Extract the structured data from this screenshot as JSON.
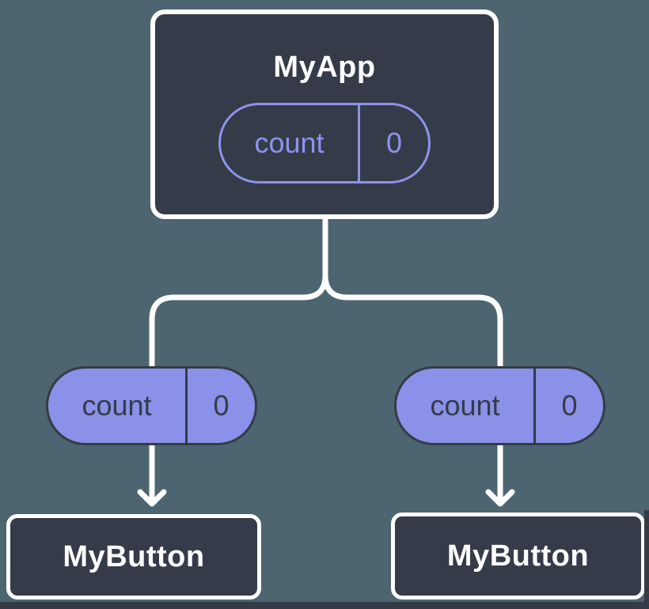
{
  "diagram": {
    "description": "component-tree-with-props",
    "root": {
      "title": "MyApp",
      "prop": {
        "name": "count",
        "value": "0"
      }
    },
    "children": [
      {
        "title": "MyButton",
        "prop": {
          "name": "count",
          "value": "0"
        }
      },
      {
        "title": "MyButton",
        "prop": {
          "name": "count",
          "value": "0"
        }
      }
    ]
  },
  "palette": {
    "background": "#4C6570",
    "node_fill": "#353B48",
    "node_border": "#FFFFFF",
    "node_text": "#FFFFFF",
    "connector": "#FFFFFF",
    "prop_pill_fill": "#8B90E8",
    "prop_pill_dark": "#343B46",
    "prop_pill_outline": "#8E93EB",
    "frame_edge": "#343B46"
  }
}
